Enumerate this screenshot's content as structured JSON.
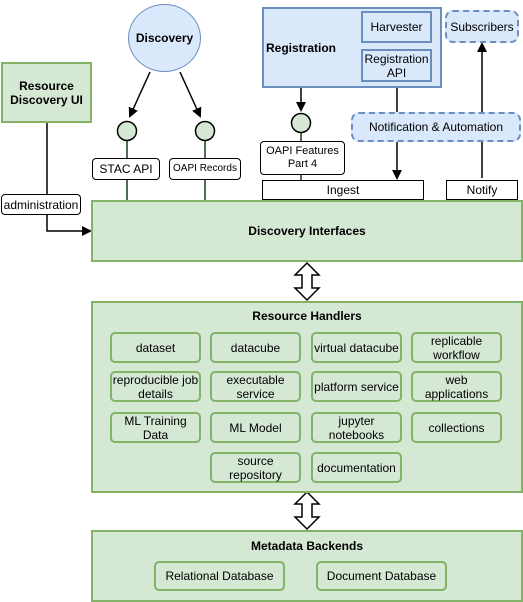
{
  "nodes": {
    "resource_discovery_ui": "Resource Discovery UI",
    "discovery": "Discovery",
    "registration": "Registration",
    "harvester": "Harvester",
    "registration_api": "Registration API",
    "subscribers": "Subscribers",
    "notification_automation": "Notification & Automation",
    "stac_api": "STAC API",
    "oapi_records": "OAPI Records",
    "oapi_features": "OAPI Features Part 4",
    "administration": "administration",
    "ingest": "Ingest",
    "notify": "Notify",
    "discovery_interfaces": "Discovery Interfaces"
  },
  "resource_handlers": {
    "title": "Resource Handlers",
    "items": [
      "dataset",
      "datacube",
      "virtual datacube",
      "replicable workflow",
      "reproducible job details",
      "executable service",
      "platform service",
      "web applications",
      "ML Training Data",
      "ML Model",
      "jupyter notebooks",
      "collections",
      "source repository",
      "documentation"
    ]
  },
  "metadata_backends": {
    "title": "Metadata Backends",
    "items": [
      "Relational Database",
      "Document Database"
    ]
  },
  "colors": {
    "green_fill": "#d5e8d4",
    "green_stroke": "#82b366",
    "blue_fill": "#dae8fc",
    "blue_stroke": "#6c8ebf"
  }
}
